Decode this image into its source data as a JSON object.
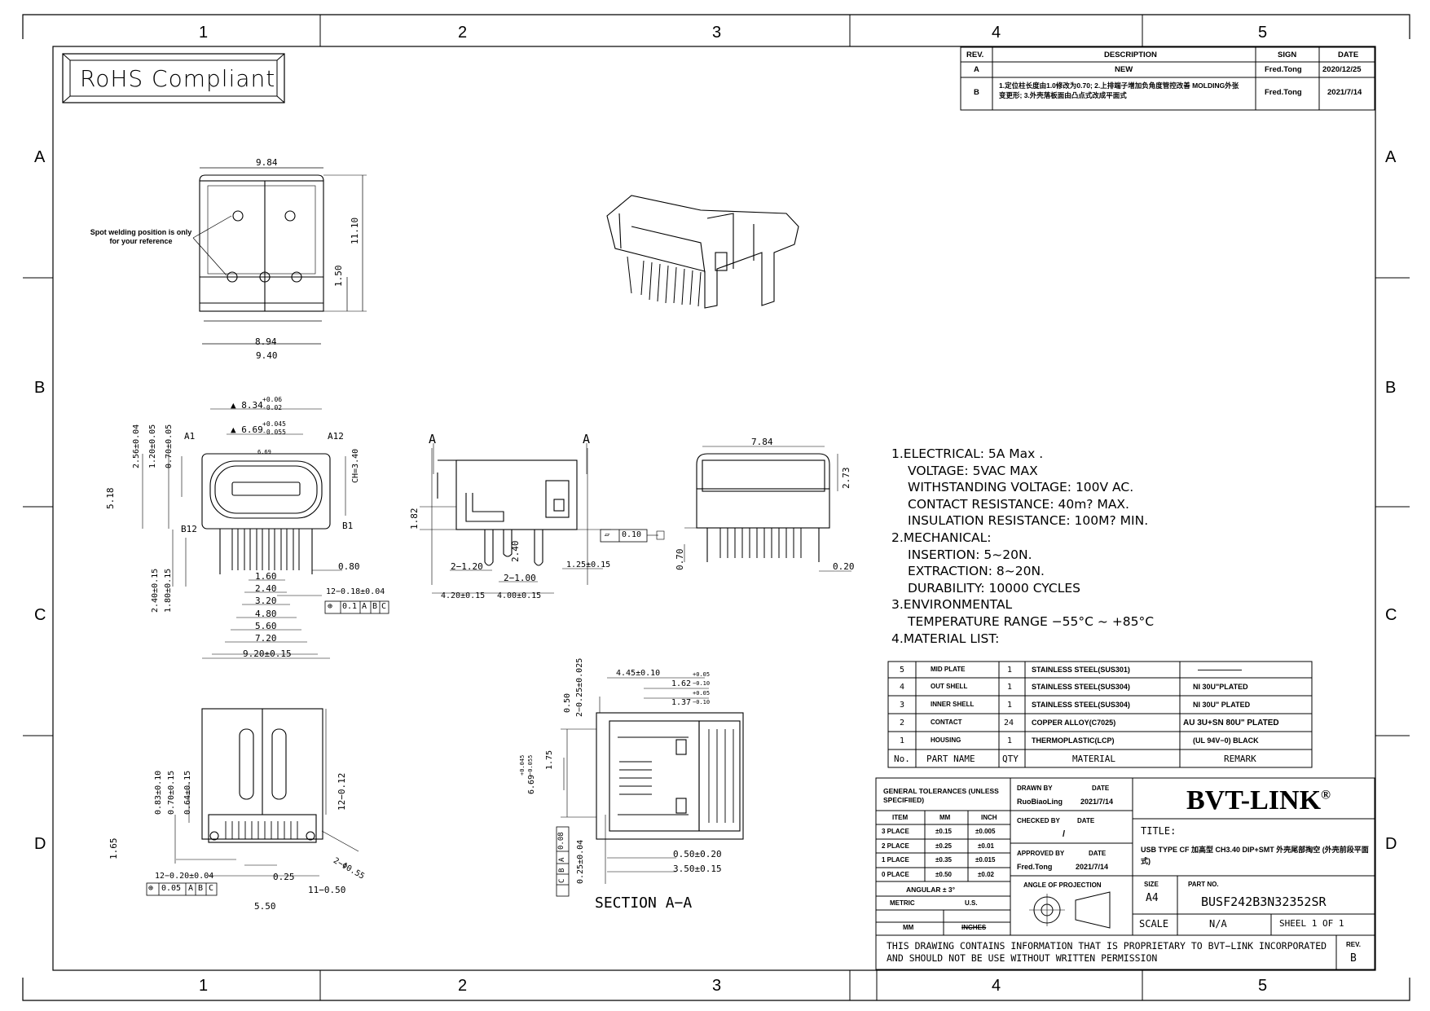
{
  "sheet": {
    "zones_top": [
      "1",
      "2",
      "3",
      "4",
      "5"
    ],
    "zones_side": [
      "A",
      "B",
      "C",
      "D"
    ],
    "rohs_label": "RoHS Compliant"
  },
  "revision_table": {
    "headers": [
      "REV.",
      "DESCRIPTION",
      "SIGN",
      "DATE"
    ],
    "rows": [
      {
        "rev": "A",
        "description": "NEW",
        "sign": "Fred.Tong",
        "date": "2020/12/25"
      },
      {
        "rev": "B",
        "description": "1.定位柱长度由1.0修改为0.70; 2.上排端子增加负角度管控改善 MOLDING外张变更形; 3.外壳落板面由凸点式改成平面式",
        "sign": "Fred.Tong",
        "date": "2021/7/14"
      }
    ]
  },
  "views": {
    "top_view": {
      "dim_width_top": "9.84",
      "dim_height": "11.10",
      "dim_small": "1.50",
      "dim_width_mid": "8.94",
      "dim_width_bottom": "9.40",
      "note": "Spot welding position is only for your reference"
    },
    "front_view": {
      "dim_834": "▲ 8.34",
      "dim_834_tol_up": "+0.06",
      "dim_834_tol_dn": "-0.02",
      "dim_669": "▲ 6.69",
      "dim_669_tol_up": "+0.045",
      "dim_669_tol_dn": "-0.055",
      "dim_256": "2.56±0.04",
      "dim_120": "1.20±0.05",
      "dim_070": "0.70±0.05",
      "dim_518": "5.18",
      "dim_ch": "CH=3.40",
      "dim_669b": "6.69",
      "lbl_a1": "A1",
      "lbl_a12": "A12",
      "lbl_b12": "B12",
      "lbl_b1": "B1",
      "dim_080": "0.80",
      "dim_240": "2.40±0.15",
      "dim_180": "1.80±0.15",
      "pitch": [
        "1.60",
        "2.40",
        "3.20",
        "4.80",
        "5.60",
        "7.20"
      ],
      "dim_920": "9.20±0.15",
      "dim_pins": "12−0.18±0.04",
      "fcf": [
        "⊕",
        "0.1",
        "A",
        "B",
        "C"
      ]
    },
    "side_view": {
      "lbl_a": "A",
      "dim_182": "1.82",
      "dim_240": "2.40",
      "dim_2_120": "2−1.20",
      "dim_2_100": "2−1.00",
      "dim_125": "1.25±0.15",
      "dim_420": "4.20±0.15",
      "dim_400": "4.00±0.15",
      "flatness": "0.10"
    },
    "rear_view": {
      "dim_784": "7.84",
      "dim_273": "2.73",
      "dim_070": "0.70",
      "dim_020": "0.20"
    },
    "bottom_view": {
      "dim_012": "12−0.12",
      "dim_083": "0.83±0.10",
      "dim_070": "0.70±0.15",
      "dim_064": "0.64±0.15",
      "dim_165": "1.65",
      "dim_pins": "12−0.20±0.04",
      "dim_025": "0.25",
      "dim_011": "11−0.50",
      "dim_550": "5.50",
      "dim_holes": "2−Φ0.55",
      "fcf": [
        "⊕",
        "0.05",
        "A",
        "B",
        "C"
      ]
    },
    "section_view": {
      "title": "SECTION A−A",
      "dim_445": "4.45±0.10",
      "dim_162": "1.62",
      "dim_162_tol_up": "+0.05",
      "dim_162_tol_dn": "−0.10",
      "dim_137": "1.37",
      "dim_137_tol_up": "+0.05",
      "dim_137_tol_dn": "−0.10",
      "dim_050": "0.50",
      "dim_2_025": "2−0.25±0.025",
      "dim_175": "1.75",
      "dim_669": "6.69",
      "dim_669_tol_up": "+0.045",
      "dim_669_tol_dn": "−0.055",
      "dim_008": "0.08",
      "dim_025b": "0.25±0.04",
      "dim_050b": "0.50±0.20",
      "dim_350": "3.50±0.15",
      "fcf": [
        "0.08",
        "A",
        "B",
        "C"
      ]
    }
  },
  "specifications": [
    {
      "text": "1.ELECTRICAL: 5A Max .",
      "indent": false
    },
    {
      "text": "VOLTAGE: 5VAC MAX",
      "indent": true
    },
    {
      "text": "WITHSTANDING VOLTAGE: 100V AC.",
      "indent": true
    },
    {
      "text": "CONTACT RESISTANCE: 40m? MAX.",
      "indent": true
    },
    {
      "text": "INSULATION RESISTANCE: 100M? MIN.",
      "indent": true
    },
    {
      "text": "2.MECHANICAL:",
      "indent": false
    },
    {
      "text": "INSERTION: 5~20N.",
      "indent": true
    },
    {
      "text": "EXTRACTION: 8~20N.",
      "indent": true
    },
    {
      "text": "DURABILITY: 10000 CYCLES",
      "indent": true
    },
    {
      "text": "3.ENVIRONMENTAL",
      "indent": false
    },
    {
      "text": "TEMPERATURE RANGE −55°C ~ +85°C",
      "indent": true
    },
    {
      "text": "4.MATERIAL LIST:",
      "indent": false
    }
  ],
  "material_list": {
    "headers": [
      "No.",
      "PART NAME",
      "QTY",
      "MATERIAL",
      "REMARK"
    ],
    "rows": [
      {
        "no": "5",
        "part": "MID PLATE",
        "qty": "1",
        "material": "STAINLESS STEEL(SUS301)",
        "remark": "——————"
      },
      {
        "no": "4",
        "part": "OUT SHELL",
        "qty": "1",
        "material": "STAINLESS STEEL(SUS304)",
        "remark": "NI 30U\"PLATED"
      },
      {
        "no": "3",
        "part": "INNER SHELL",
        "qty": "1",
        "material": "STAINLESS STEEL(SUS304)",
        "remark": "NI 30U\" PLATED"
      },
      {
        "no": "2",
        "part": "CONTACT",
        "qty": "24",
        "material": "COPPER ALLOY(C7025)",
        "remark": "AU 3U+SN 80U\" PLATED"
      },
      {
        "no": "1",
        "part": "HOUSING",
        "qty": "1",
        "material": "THERMOPLASTIC(LCP)",
        "remark": "(UL 94V−0) BLACK"
      }
    ]
  },
  "title_block": {
    "tolerances_title": "GENERAL TOLERANCES (UNLESS SPECIFIIED)",
    "tol_headers": [
      "ITEM",
      "MM",
      "INCH"
    ],
    "tol_rows": [
      [
        "3 PLACE",
        "±0.15",
        "±0.005"
      ],
      [
        "2 PLACE",
        "±0.25",
        "±0.01"
      ],
      [
        "1 PLACE",
        "±0.35",
        "±0.015"
      ],
      [
        "0 PLACE",
        "±0.50",
        "±0.02"
      ]
    ],
    "angular": "ANGULAR ± 3°",
    "unit_headers": [
      "METRIC",
      "U.S."
    ],
    "unit_values": [
      "MM",
      "INCHES"
    ],
    "drawn_by_label": "DRAWN BY",
    "drawn_date_label": "DATE",
    "drawn_by": "RuoBiaoLing",
    "drawn_date": "2021/7/14",
    "checked_by_label": "CHECKED BY",
    "checked_date_label": "DATE",
    "checked_by": "/",
    "approved_by_label": "APPROVED BY",
    "approved_date_label": "DATE",
    "approved_by": "Fred.Tong",
    "approved_date": "2021/7/14",
    "projection_label": "ANGLE OF PROJECTION",
    "company": "BVT-LINK",
    "company_mark": "®",
    "title_label": "TITLE:",
    "title_text": "USB TYPE CF 加高型 CH3.40 DIP+SMT 外壳尾部掏空 (外壳前段平面式)",
    "size_label": "SIZE",
    "size": "A4",
    "part_no_label": "PART NO.",
    "part_no": "BUSF242B3N32352SR",
    "scale_label": "SCALE",
    "scale": "N/A",
    "sheet": "SHEEL 1 OF 1",
    "proprietary": "THIS DRAWING CONTAINS INFORMATION THAT IS PROPRIETARY TO BVT−LINK INCORPORATED AND SHOULD NOT BE USE WITHOUT WRITTEN PERMISSION",
    "rev_label": "REV.",
    "rev": "B"
  }
}
